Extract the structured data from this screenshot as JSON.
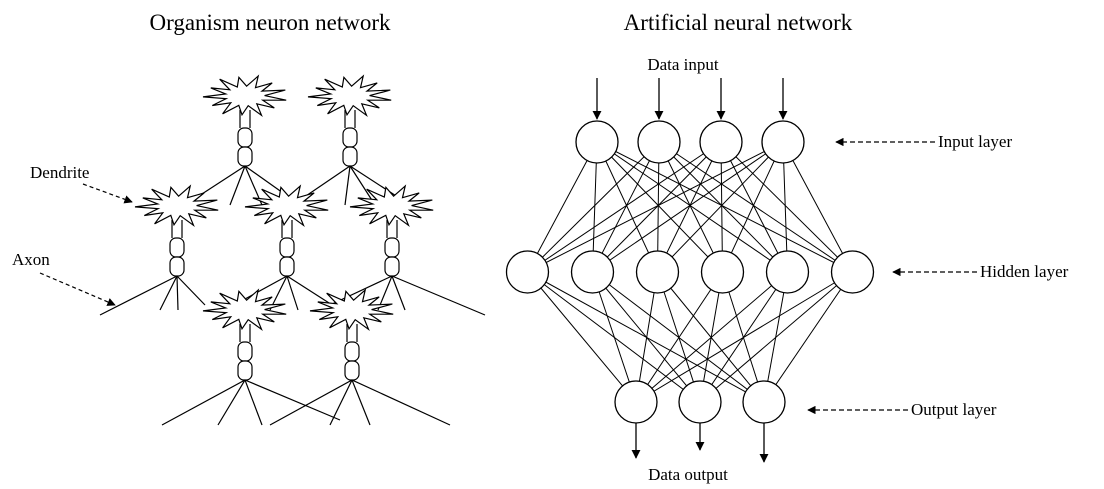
{
  "left_panel": {
    "title": "Organism neuron network",
    "dendrite_label": "Dendrite",
    "axon_label": "Axon"
  },
  "right_panel": {
    "title": "Artificial neural network",
    "input_caption": "Data input",
    "output_caption": "Data output",
    "input_layer_label": "Input layer",
    "hidden_layer_label": "Hidden layer",
    "output_layer_label": "Output layer",
    "layers": {
      "input": 4,
      "hidden": 6,
      "output": 3
    }
  },
  "colors": {
    "ink": "#000000",
    "background": "#ffffff"
  }
}
